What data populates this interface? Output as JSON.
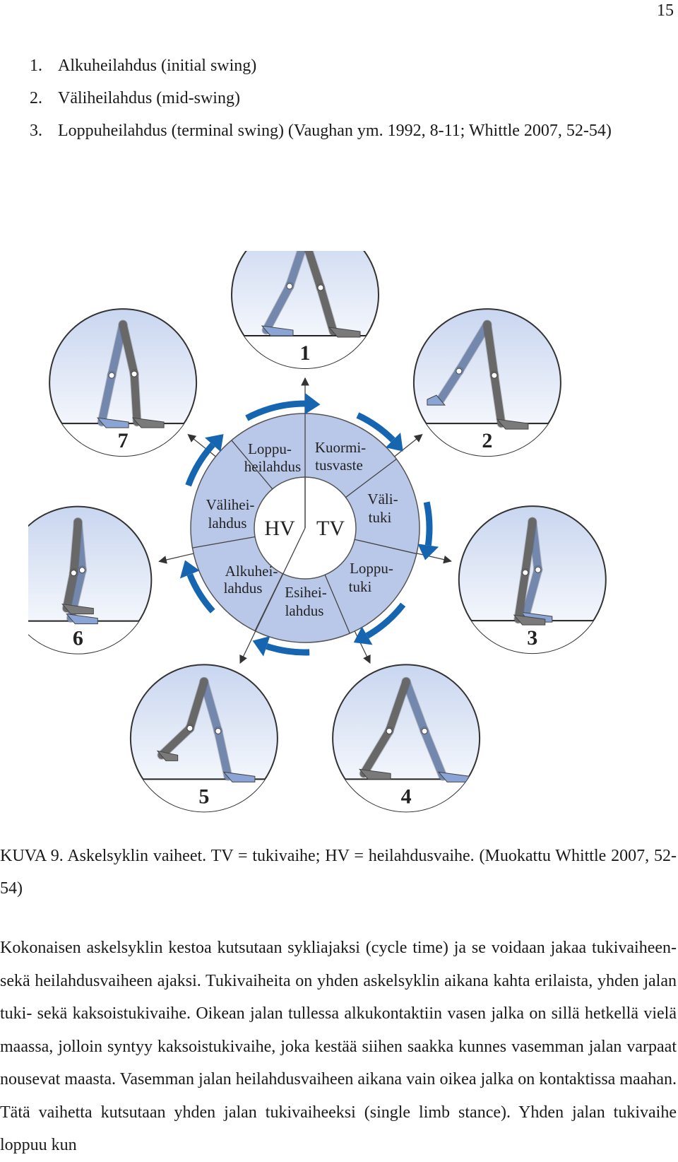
{
  "page_number": "15",
  "list_items": [
    {
      "num": "1.",
      "text": "Alkuheilahdus (initial swing)"
    },
    {
      "num": "2.",
      "text": "Väliheilahdus (mid-swing)"
    },
    {
      "num": "3.",
      "text": "Loppuheilahdus (terminal swing) (Vaughan ym. 1992, 8-11; Whittle 2007, 52-54)"
    }
  ],
  "figure": {
    "center_left": "HV",
    "center_right": "TV",
    "phases": [
      {
        "line1": "Loppu-",
        "line2": "heilahdus"
      },
      {
        "line1": "Kuormi-",
        "line2": "tusvaste"
      },
      {
        "line1": "Väli-",
        "line2": "tuki"
      },
      {
        "line1": "Loppu-",
        "line2": "tuki"
      },
      {
        "line1": "Esihei-",
        "line2": "lahdus"
      },
      {
        "line1": "Alkuhei-",
        "line2": "lahdus"
      },
      {
        "line1": "Välihei-",
        "line2": "lahdus"
      }
    ],
    "stage_numbers": [
      "1",
      "2",
      "3",
      "4",
      "5",
      "6",
      "7"
    ],
    "colors": {
      "ring": "#b9c8e8",
      "arrow": "#1565b0",
      "leg_light": "#8aa4d6",
      "leg_dark": "#7a7a7a"
    }
  },
  "caption": "KUVA 9. Askelsyklin vaiheet. TV = tukivaihe; HV = heilahdusvaihe. (Muokattu Whittle 2007, 52-54)",
  "body_text": "Kokonaisen askelsyklin kestoa kutsutaan sykliajaksi (cycle time) ja se voidaan jakaa tukivaiheen- sekä heilahdusvaiheen ajaksi. Tukivaiheita on yhden askelsyklin aikana kahta erilaista, yhden jalan tuki- sekä kaksoistukivaihe. Oikean jalan tullessa alkukontaktiin vasen jalka on sillä hetkellä vielä maassa, jolloin syntyy kaksoistukivaihe, joka kestää siihen saakka kunnes vasemman jalan varpaat nousevat maasta. Vasemman jalan heilahdusvaiheen aikana vain oikea jalka on kontaktissa maahan. Tätä vaihetta kutsutaan yhden jalan tukivaiheeksi (single limb stance). Yhden jalan tukivaihe loppuu kun"
}
